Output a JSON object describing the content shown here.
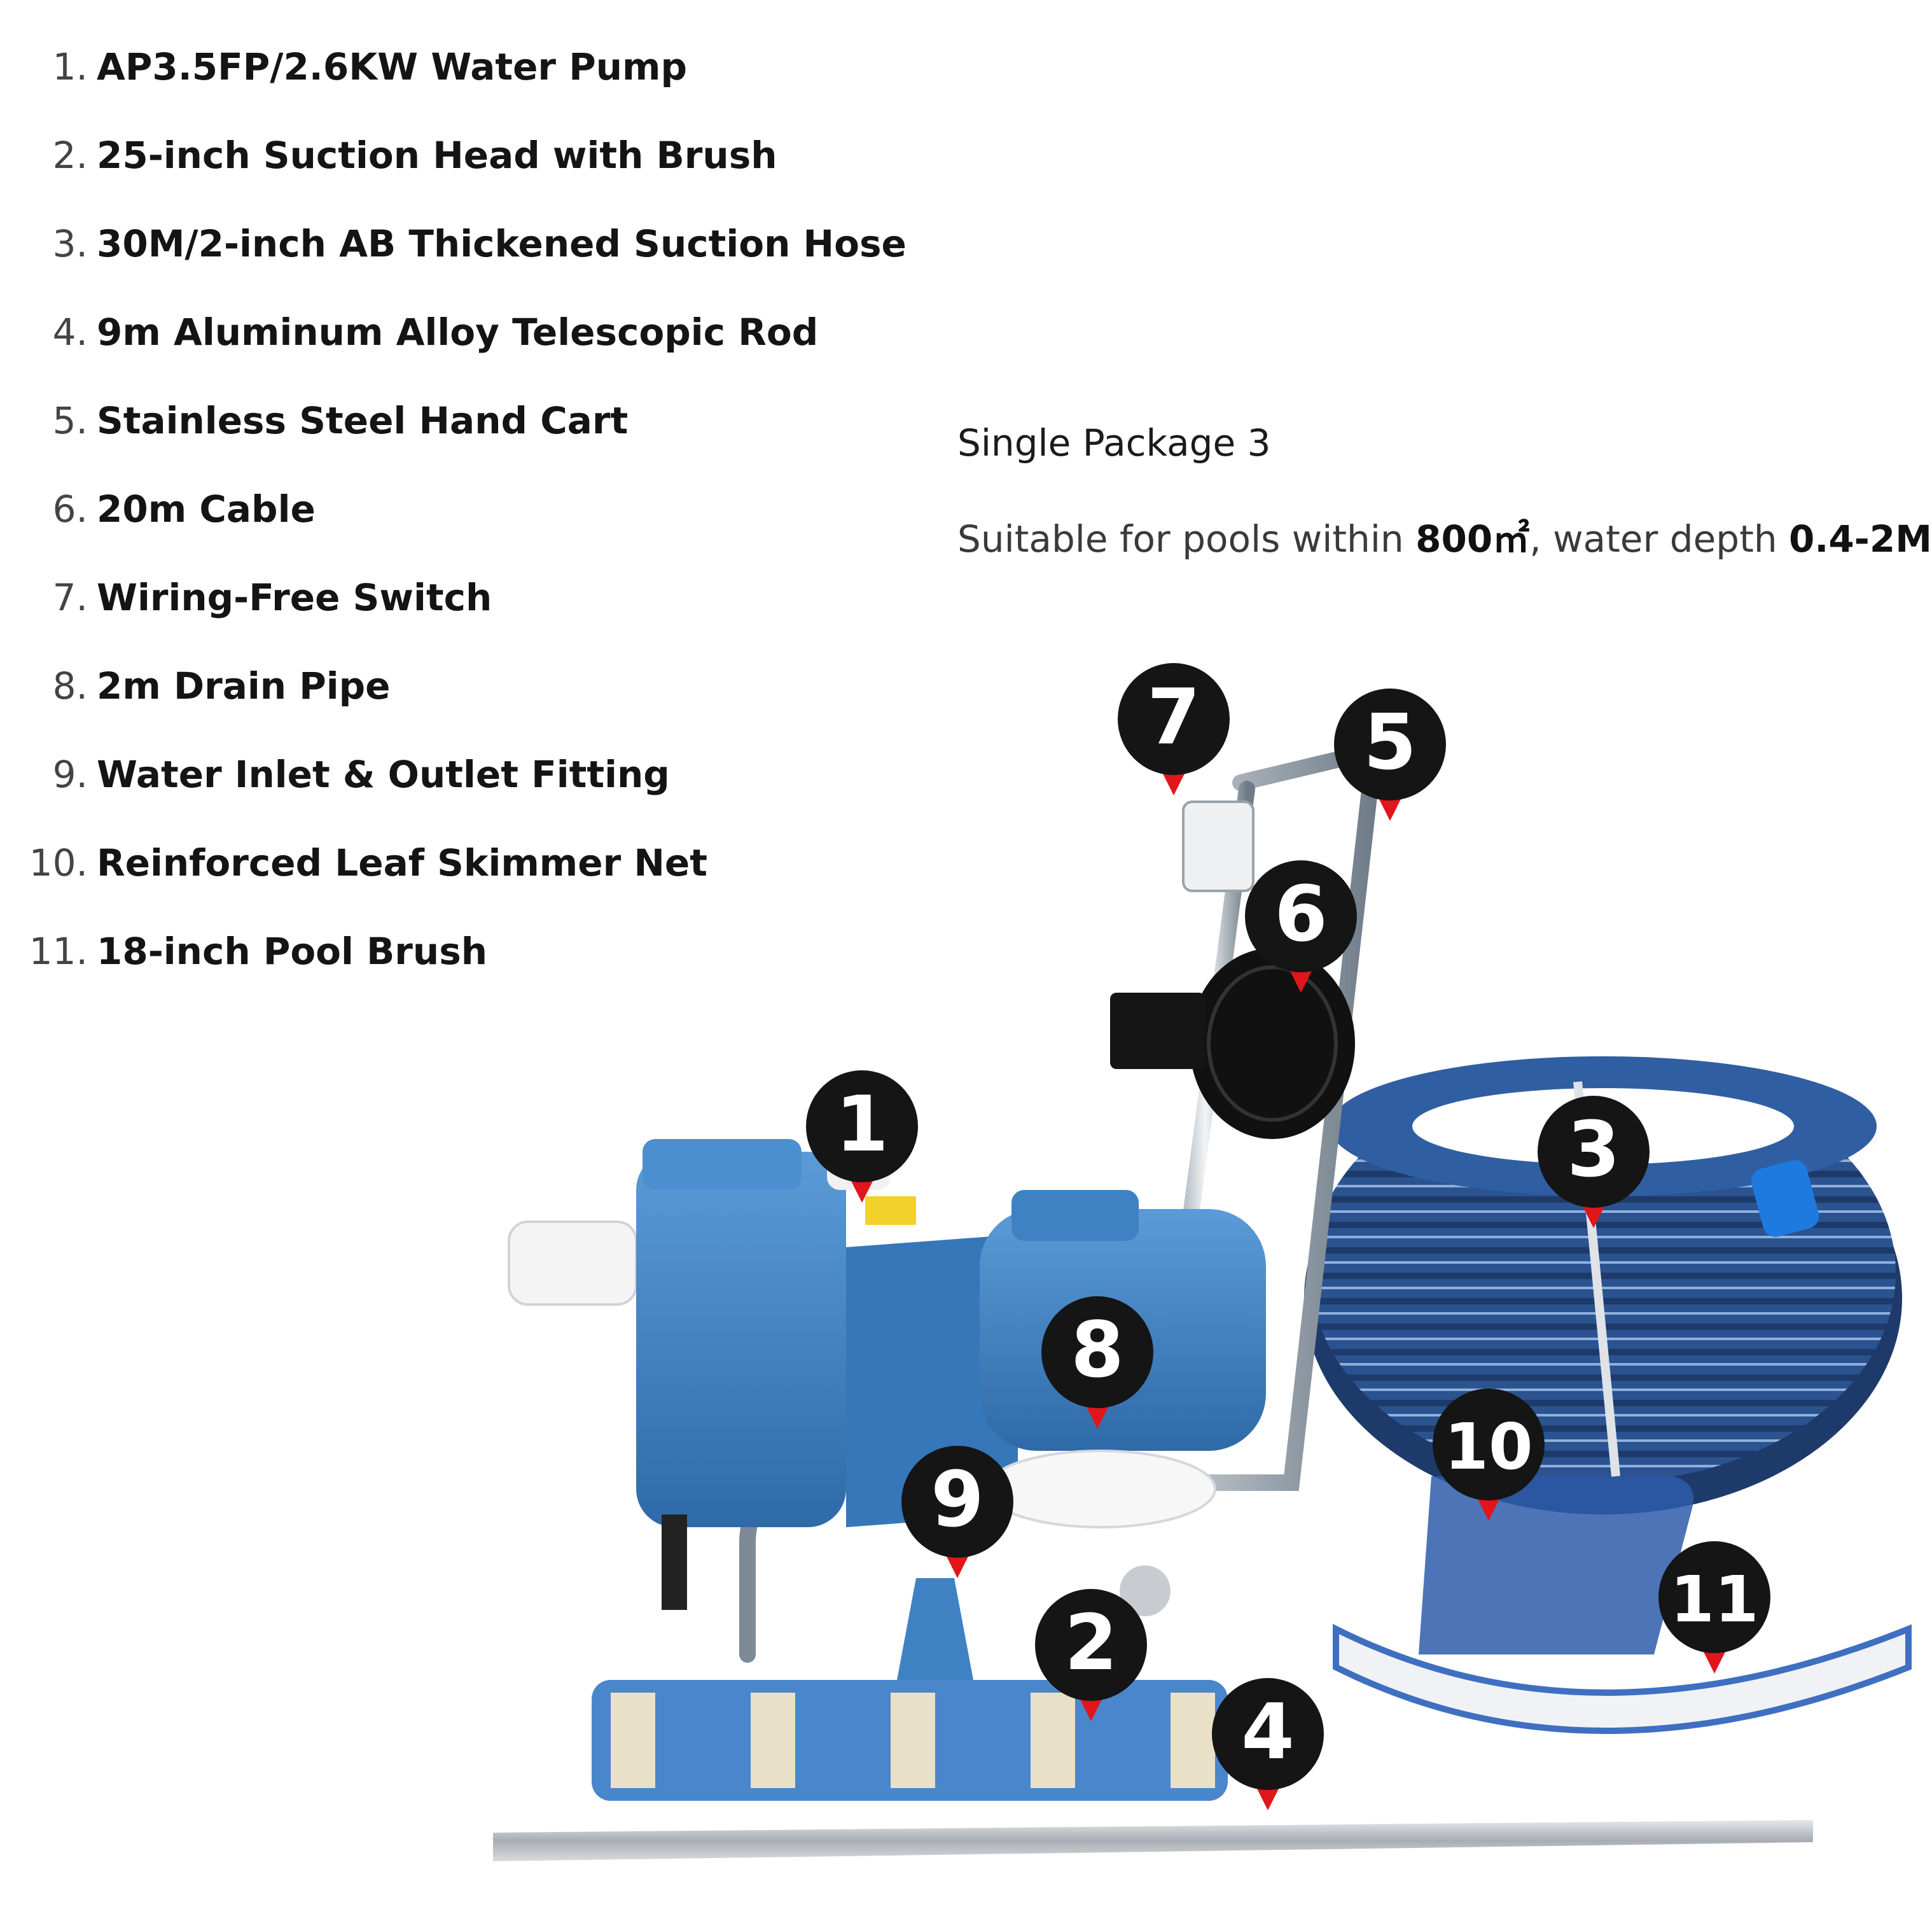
{
  "items": [
    {
      "num": "1.",
      "label": "AP3.5FP/2.6KW Water Pump"
    },
    {
      "num": "2.",
      "label": "25-inch Suction Head with Brush"
    },
    {
      "num": "3.",
      "label": "30M/2-inch AB Thickened Suction Hose"
    },
    {
      "num": "4.",
      "label": "9m Aluminum Alloy Telescopic Rod"
    },
    {
      "num": "5.",
      "label": "Stainless Steel Hand Cart"
    },
    {
      "num": "6.",
      "label": "20m Cable"
    },
    {
      "num": "7.",
      "label": "Wiring-Free Switch"
    },
    {
      "num": "8.",
      "label": "2m Drain Pipe"
    },
    {
      "num": "9.",
      "label": "Water Inlet & Outlet Fitting"
    },
    {
      "num": "10.",
      "label": "Reinforced Leaf Skimmer Net"
    },
    {
      "num": "11.",
      "label": "18-inch Pool Brush"
    }
  ],
  "package": {
    "title": "Single Package 3",
    "desc_prefix": "Suitable for pools within ",
    "area": "800㎡",
    "desc_mid": ", water depth ",
    "depth": "0.4-2M"
  },
  "markers": [
    "1",
    "2",
    "3",
    "4",
    "5",
    "6",
    "7",
    "8",
    "9",
    "10",
    "11"
  ],
  "colors": {
    "pump_blue": "#3f82c4",
    "hose_blue": "#2a4f8c",
    "marker": "#151515",
    "marker_tip": "#e0161b"
  }
}
